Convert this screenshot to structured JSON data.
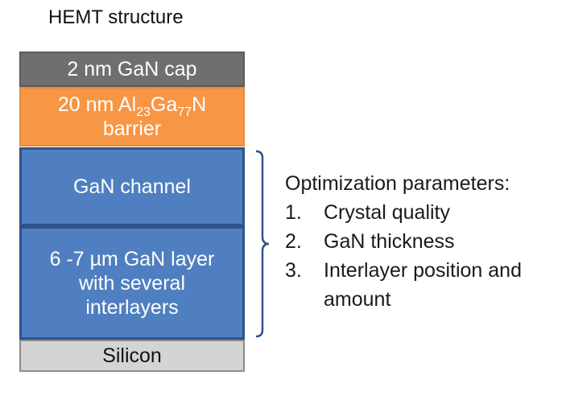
{
  "title": "HEMT structure",
  "layers": {
    "cap": "2 nm GaN cap",
    "barrier": {
      "prefix": "20 nm Al",
      "al_sub": "23",
      "ga": "Ga",
      "ga_sub": "77",
      "n": "N",
      "line2": "barrier"
    },
    "channel": "GaN channel",
    "buffer": [
      "6 -7 µm GaN layer",
      "with several",
      "interlayers"
    ],
    "silicon": "Silicon"
  },
  "params": {
    "heading": "Optimization parameters:",
    "items": [
      {
        "num": "1.",
        "text": "Crystal quality"
      },
      {
        "num": "2.",
        "text": "GaN thickness"
      },
      {
        "num": "3.",
        "text": "Interlayer position and amount"
      }
    ]
  },
  "colors": {
    "cap": "#6f6f6f",
    "barrier": "#f79645",
    "gan": "#4f7fc0",
    "gan_border": "#2d5488",
    "silicon": "#d4d4d4",
    "brace": "#2d5488"
  }
}
